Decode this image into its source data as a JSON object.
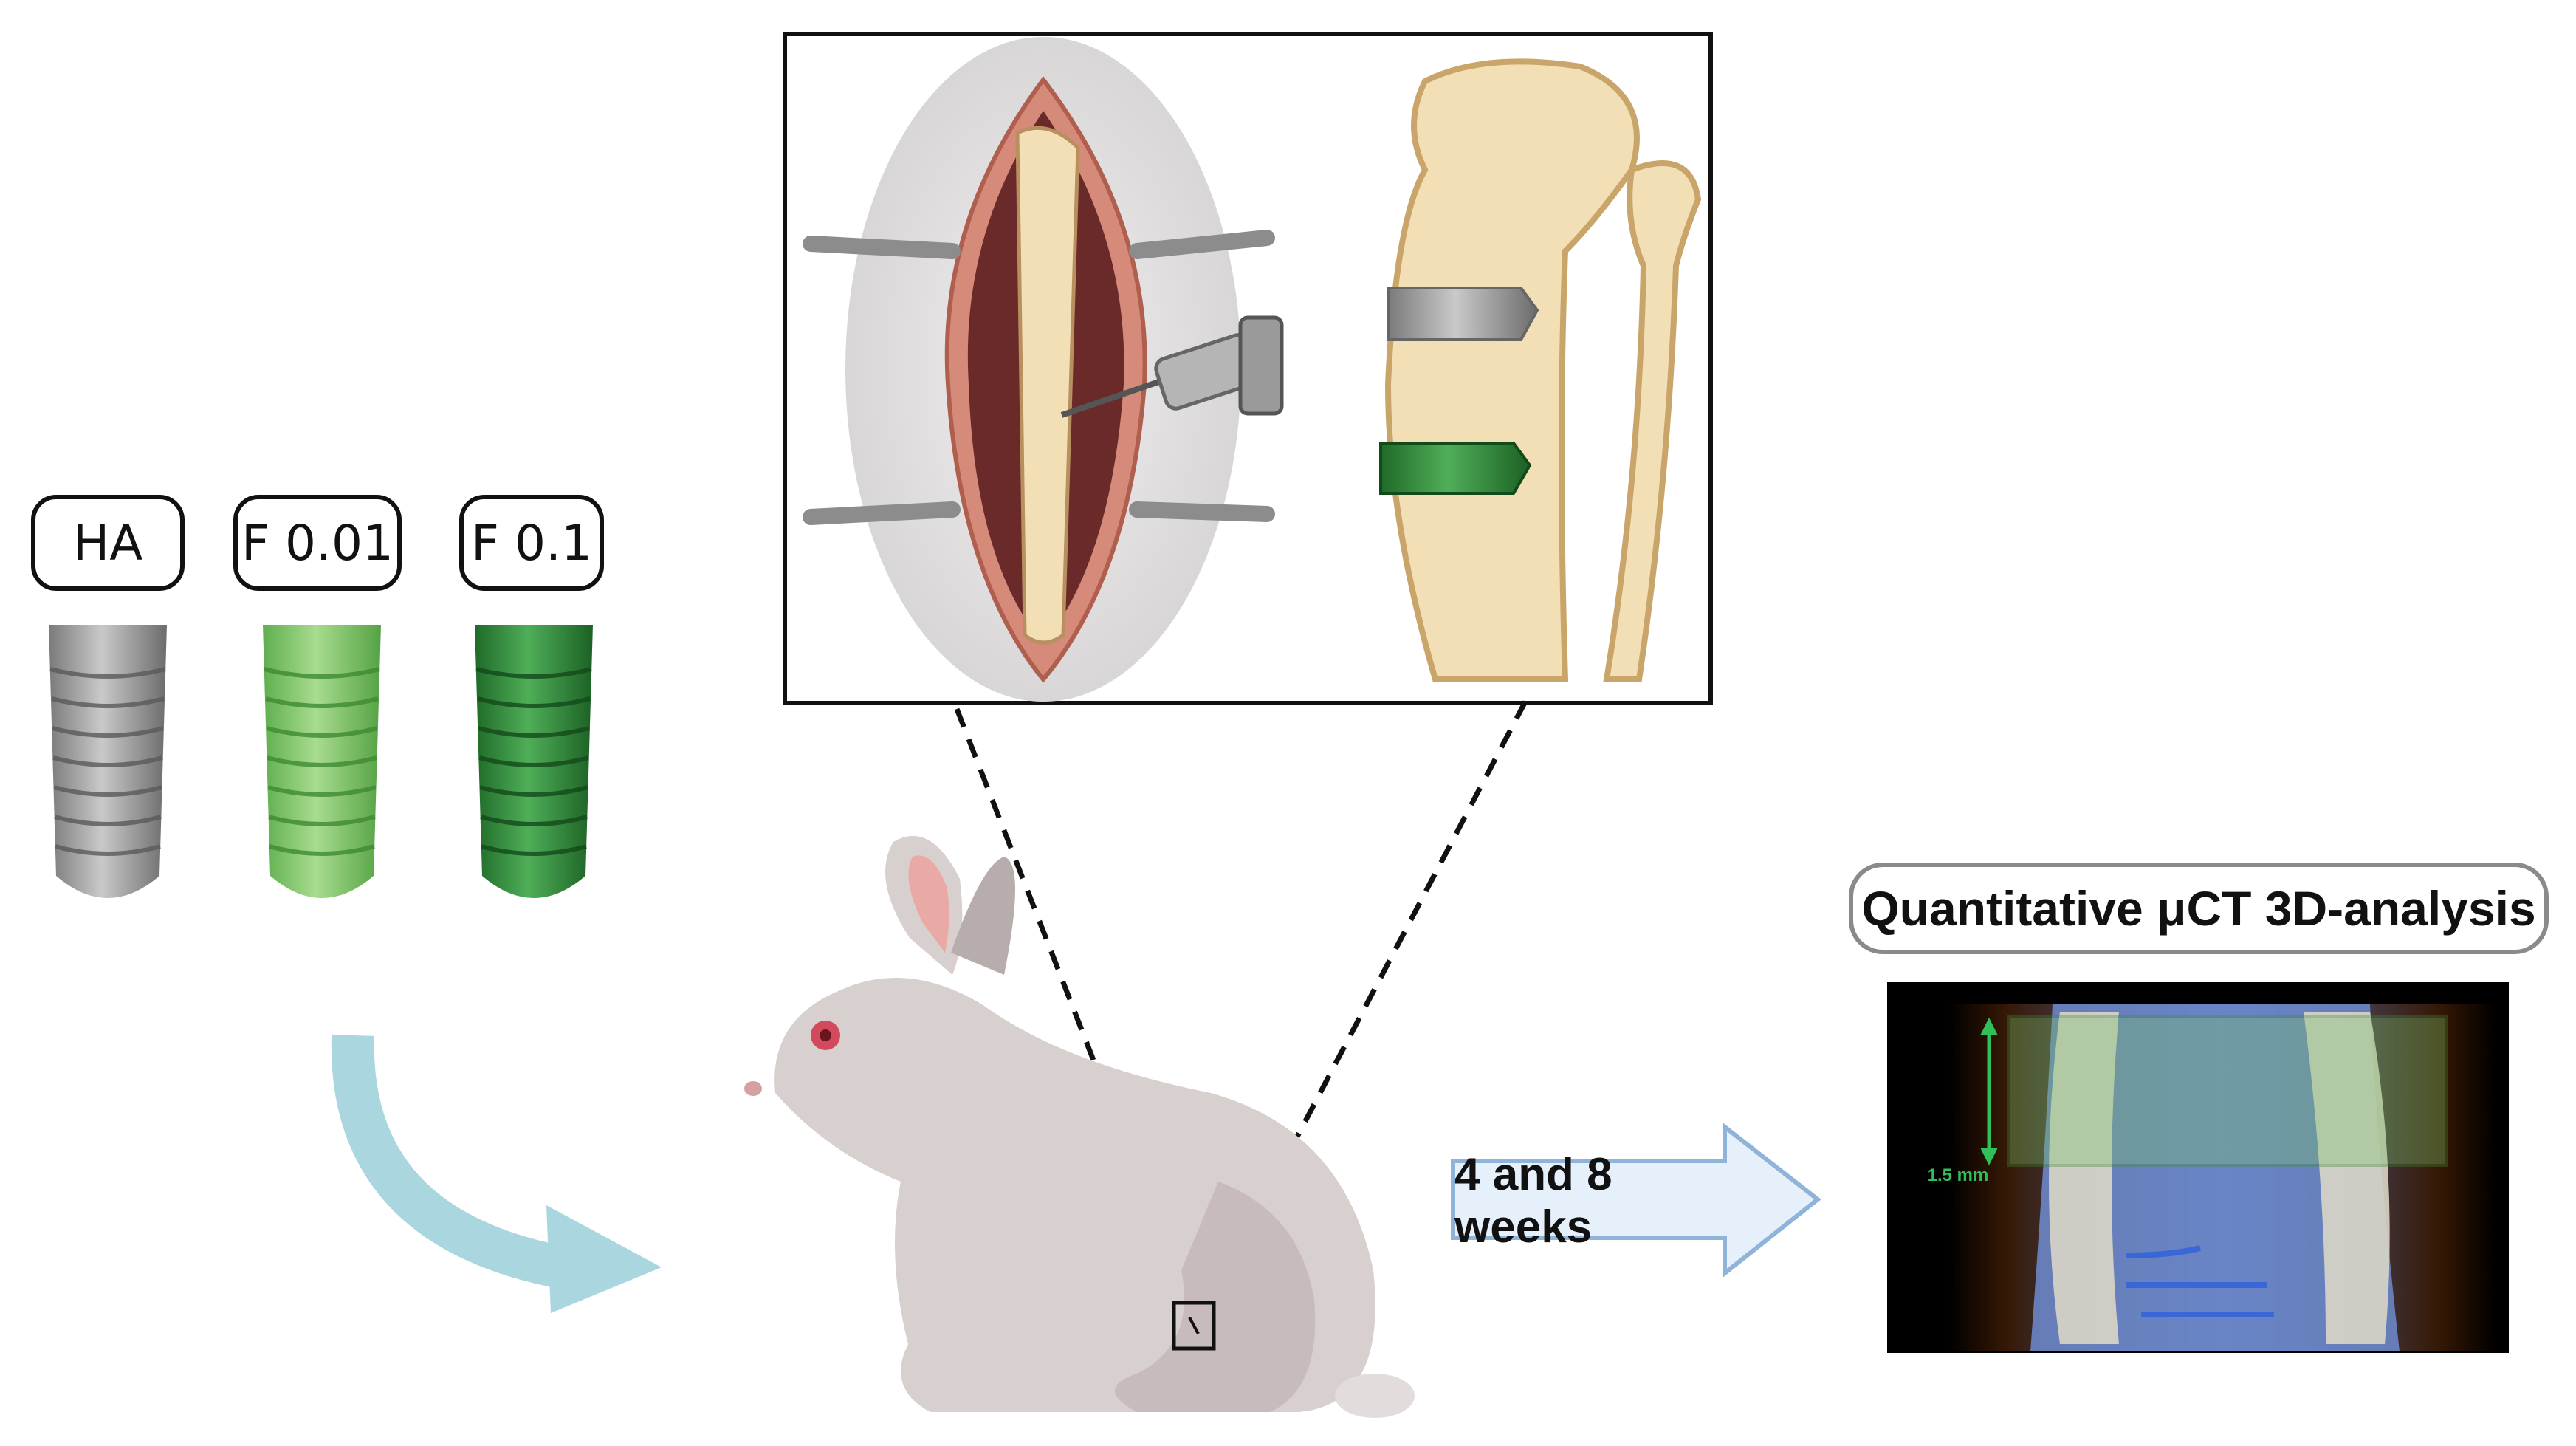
{
  "implant_labels": [
    "HA",
    "F 0.01",
    "F 0.1"
  ],
  "timeline_label": "4 and 8 weeks",
  "analysis_title": "Quantitative μCT 3D-analysis",
  "scale_label": "1.5 mm",
  "colors": {
    "implant_ha": "#9a9a9a",
    "implant_f001": "#7cc46a",
    "implant_f01": "#2f8a3a",
    "curved_arrow": "#a9d6df",
    "block_arrow_fill": "#e6f0fa",
    "block_arrow_stroke": "#8fb3d9",
    "bone": "#f2dfb6",
    "ct_bg": "#000000"
  },
  "icons": [
    "implant-icon",
    "rabbit-icon",
    "surgery-icon",
    "tibia-icon",
    "drill-icon",
    "microct-image"
  ]
}
